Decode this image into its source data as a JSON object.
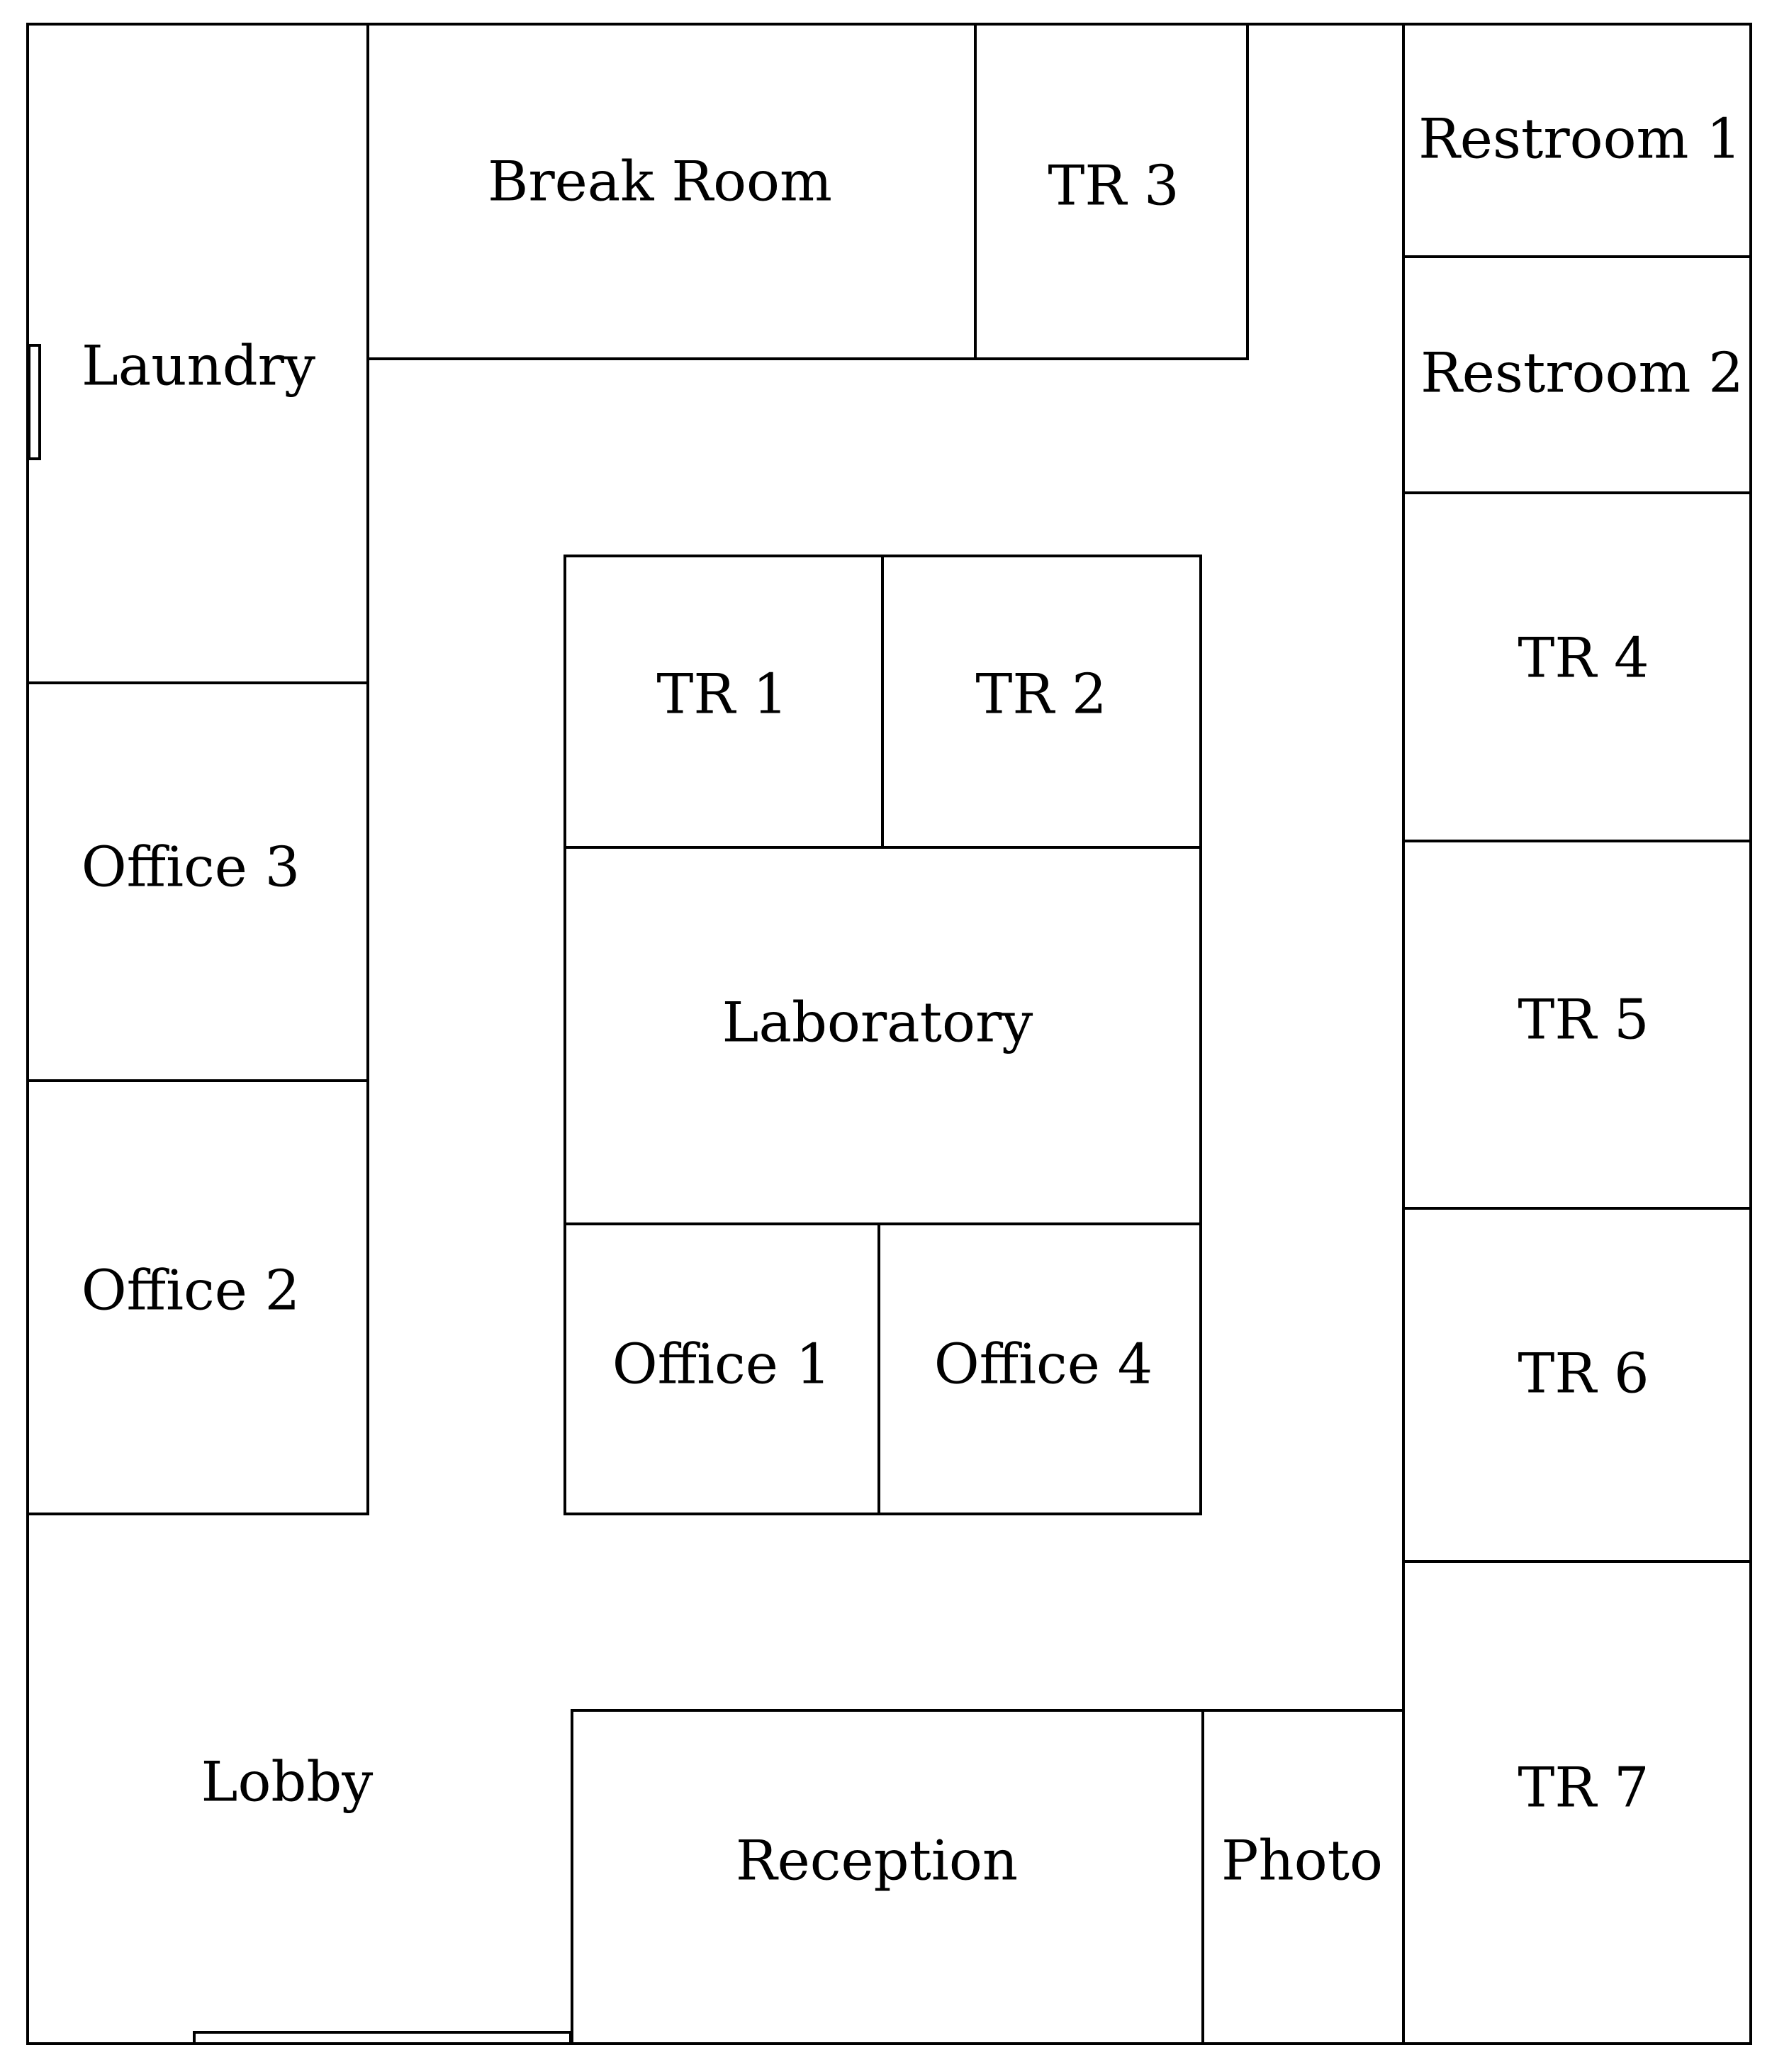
{
  "floor_plan": {
    "rooms": {
      "laundry": "Laundry",
      "break_room": "Break Room",
      "tr3": "TR 3",
      "restroom1": "Restroom 1",
      "restroom2": "Restroom 2",
      "tr1": "TR 1",
      "tr2": "TR 2",
      "tr4": "TR 4",
      "office3": "Office 3",
      "laboratory": "Laboratory",
      "tr5": "TR 5",
      "office2": "Office 2",
      "office1": "Office 1",
      "office4": "Office 4",
      "tr6": "TR 6",
      "lobby": "Lobby",
      "reception": "Reception",
      "photo": "Photo",
      "tr7": "TR 7"
    },
    "colors": {
      "wall": "#000000",
      "background": "#ffffff"
    }
  }
}
